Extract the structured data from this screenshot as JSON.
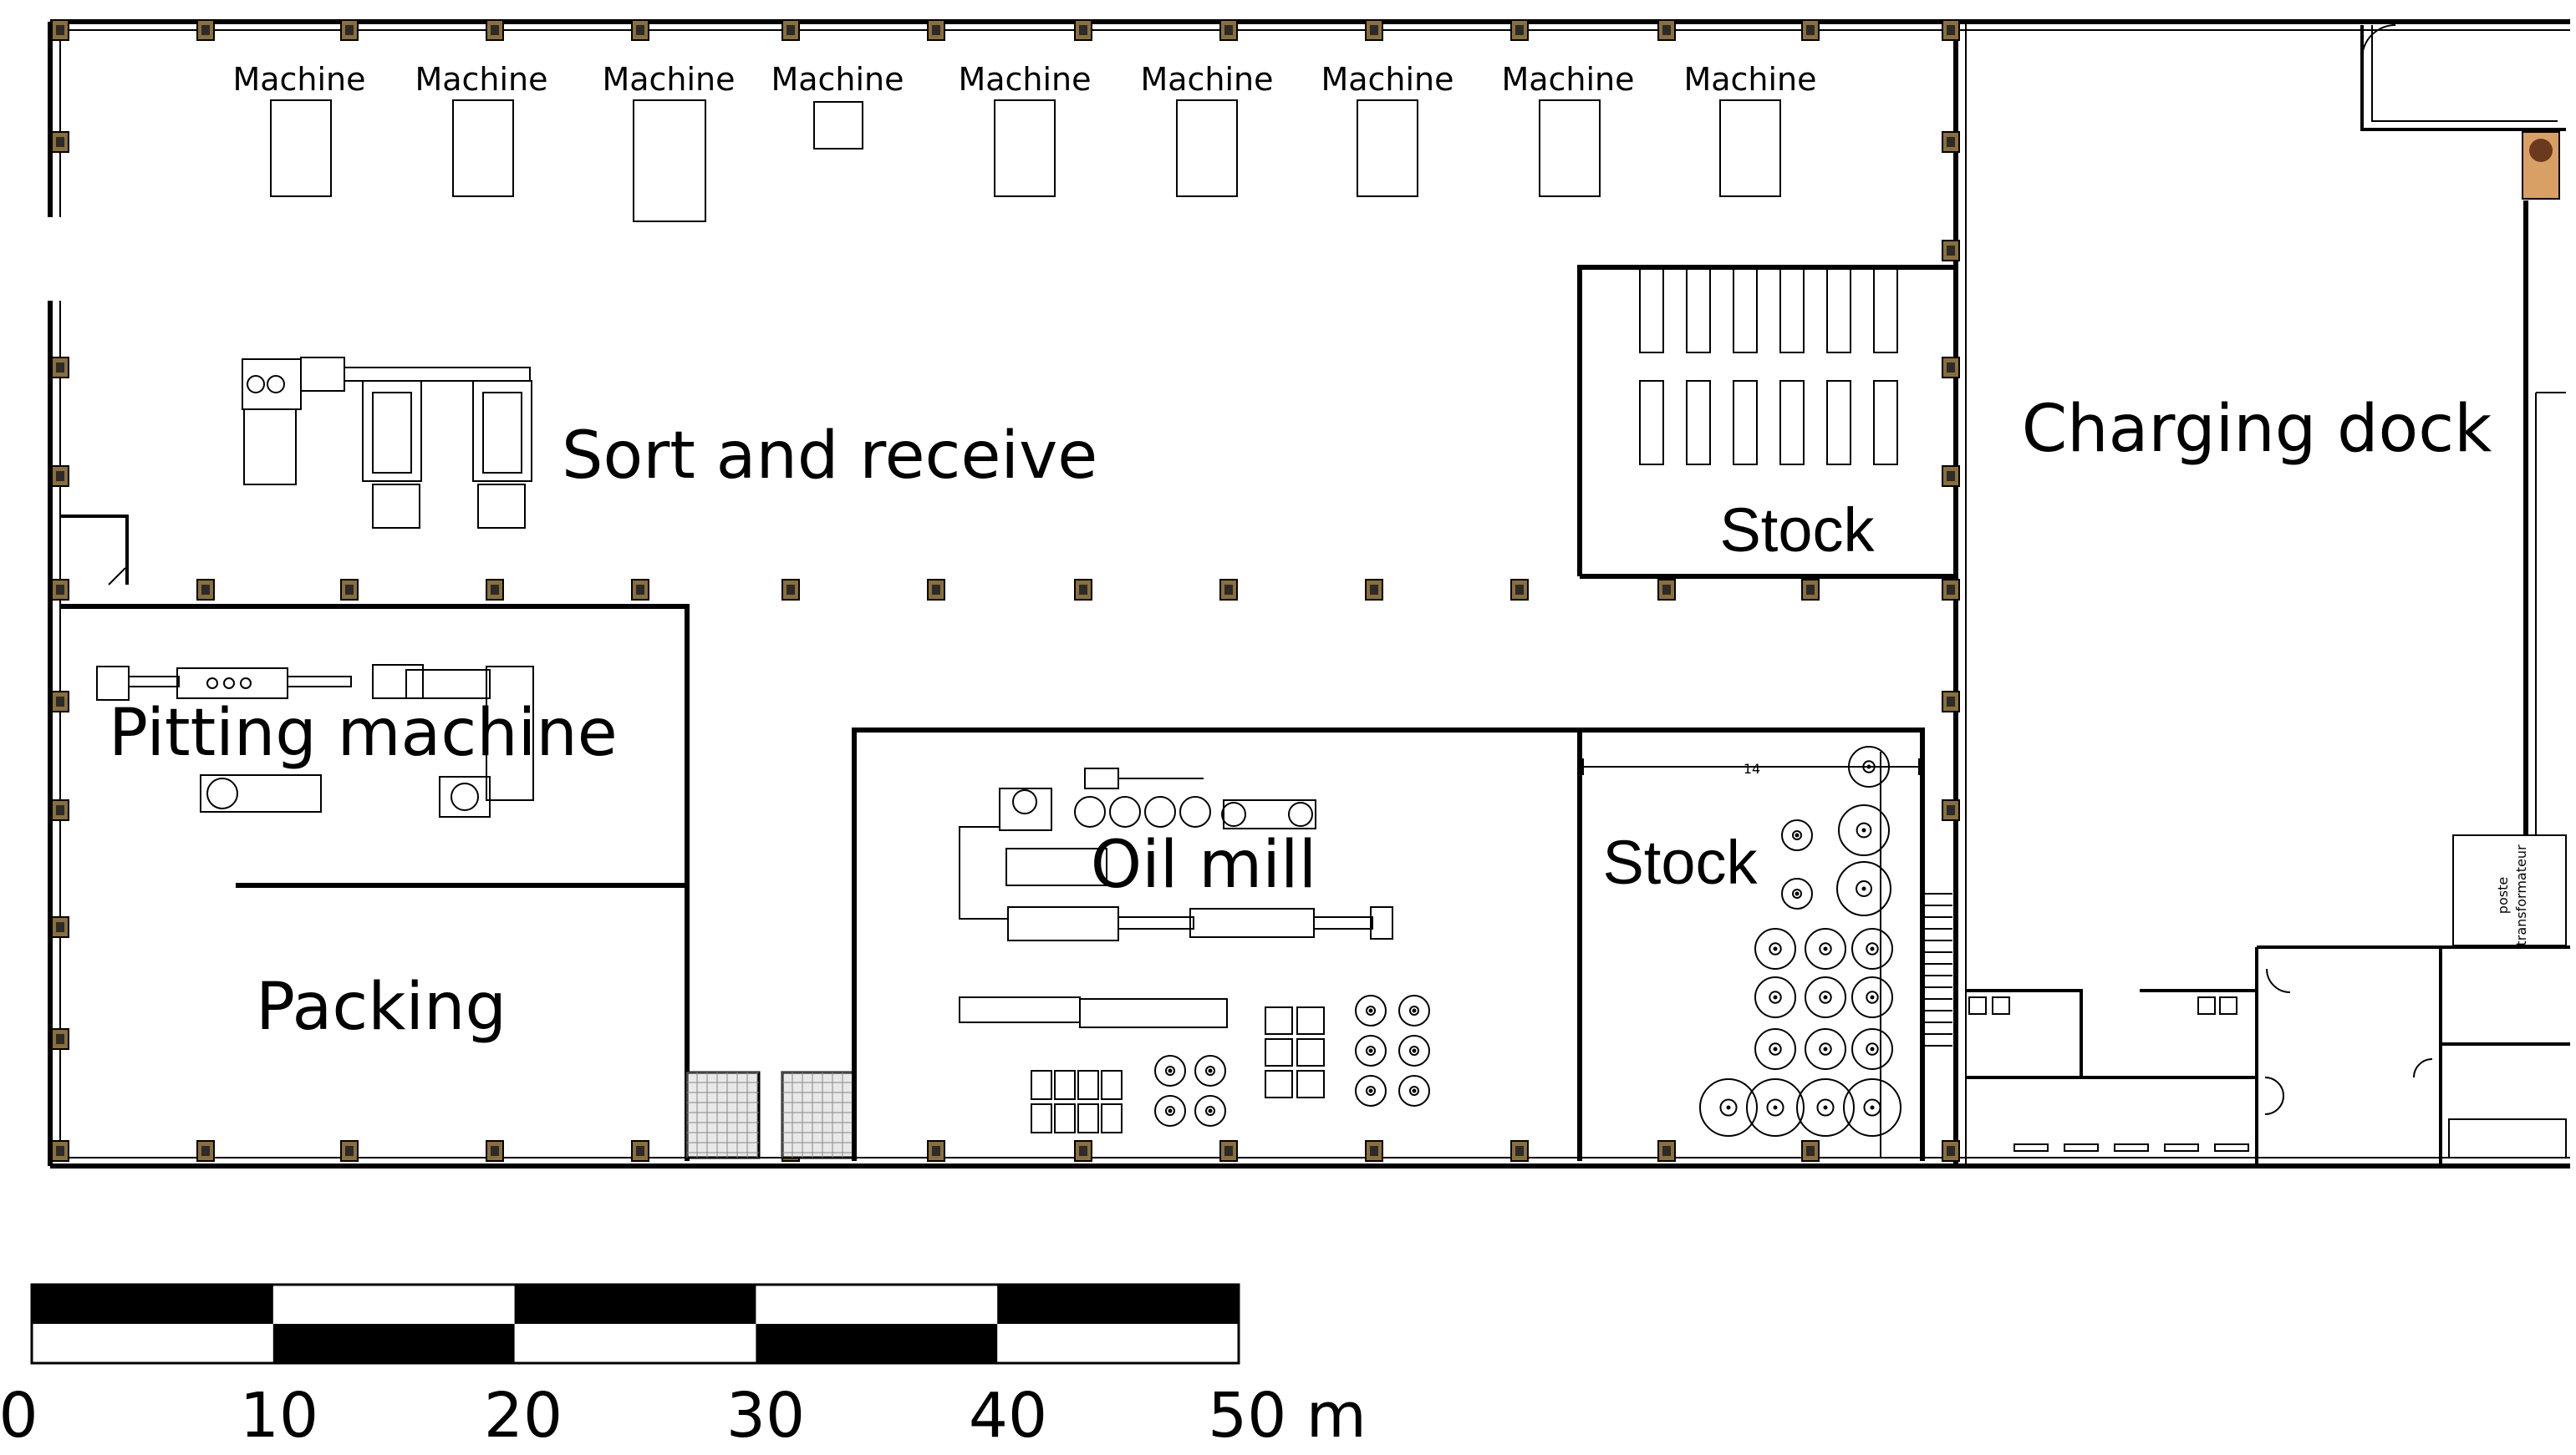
{
  "machine_label": "Machine",
  "rooms": {
    "sort_receive": "Sort and receive",
    "stock_top": "Stock",
    "charging_dock": "Charging dock",
    "pitting": "Pitting machine",
    "packing": "Packing",
    "oil_mill": "Oil mill",
    "stock_bottom": "Stock"
  },
  "dimension_14": "14",
  "transformer_label": [
    "poste",
    "transformateur"
  ],
  "scale_bar": {
    "ticks": [
      "0",
      "10",
      "20",
      "30",
      "40",
      "50 m"
    ]
  }
}
